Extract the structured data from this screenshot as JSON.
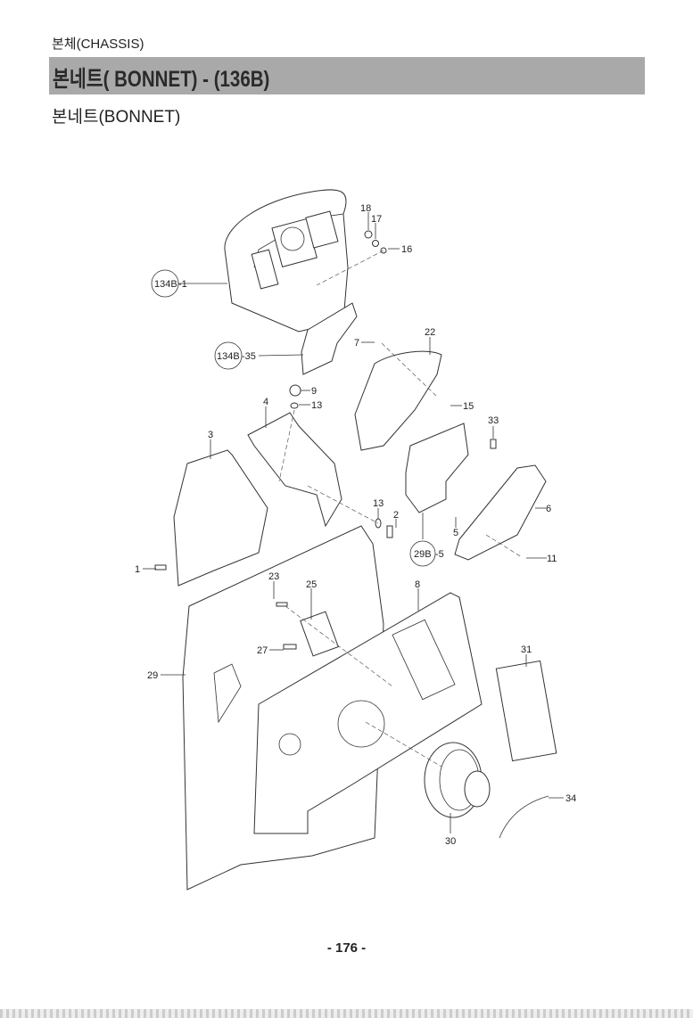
{
  "header": {
    "section": "본체(CHASSIS)",
    "banner_title": "본네트( BONNET) - (136B)",
    "subtitle": "본네트(BONNET)"
  },
  "callouts": {
    "c18": "18",
    "c17": "17",
    "c16": "16",
    "ref134b_1": {
      "ref": "134B",
      "suffix": "-1"
    },
    "ref134b_35": {
      "ref": "134B",
      "suffix": "-35"
    },
    "c7": "7",
    "c22": "22",
    "c9": "9",
    "c13a": "13",
    "c4": "4",
    "c15": "15",
    "c33": "33",
    "c3": "3",
    "c13b": "13",
    "c2": "2",
    "c6": "6",
    "c5": "5",
    "ref29b_5": {
      "ref": "29B",
      "suffix": "-5"
    },
    "c11": "11",
    "c1": "1",
    "c23": "23",
    "c25": "25",
    "c8": "8",
    "c27": "27",
    "c31": "31",
    "c29": "29",
    "c34": "34",
    "c30": "30"
  },
  "page_number": "- 176 -"
}
